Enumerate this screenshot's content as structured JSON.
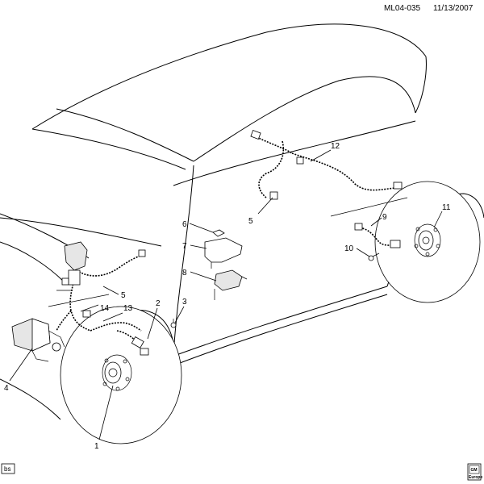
{
  "diagram": {
    "reference": "ML04-035",
    "date": "11/13/2007",
    "badge": "bs",
    "logo_text": [
      "GM",
      "Europe"
    ]
  },
  "callouts": [
    {
      "id": "c1",
      "label": "1"
    },
    {
      "id": "c2",
      "label": "2"
    },
    {
      "id": "c3",
      "label": "3"
    },
    {
      "id": "c4",
      "label": "4"
    },
    {
      "id": "c5a",
      "label": "5"
    },
    {
      "id": "c5b",
      "label": "5"
    },
    {
      "id": "c6",
      "label": "6"
    },
    {
      "id": "c7",
      "label": "7"
    },
    {
      "id": "c8",
      "label": "8"
    },
    {
      "id": "c9",
      "label": "9"
    },
    {
      "id": "c10",
      "label": "10"
    },
    {
      "id": "c11",
      "label": "11"
    },
    {
      "id": "c12",
      "label": "12"
    },
    {
      "id": "c13",
      "label": "13"
    },
    {
      "id": "c14",
      "label": "14"
    }
  ]
}
